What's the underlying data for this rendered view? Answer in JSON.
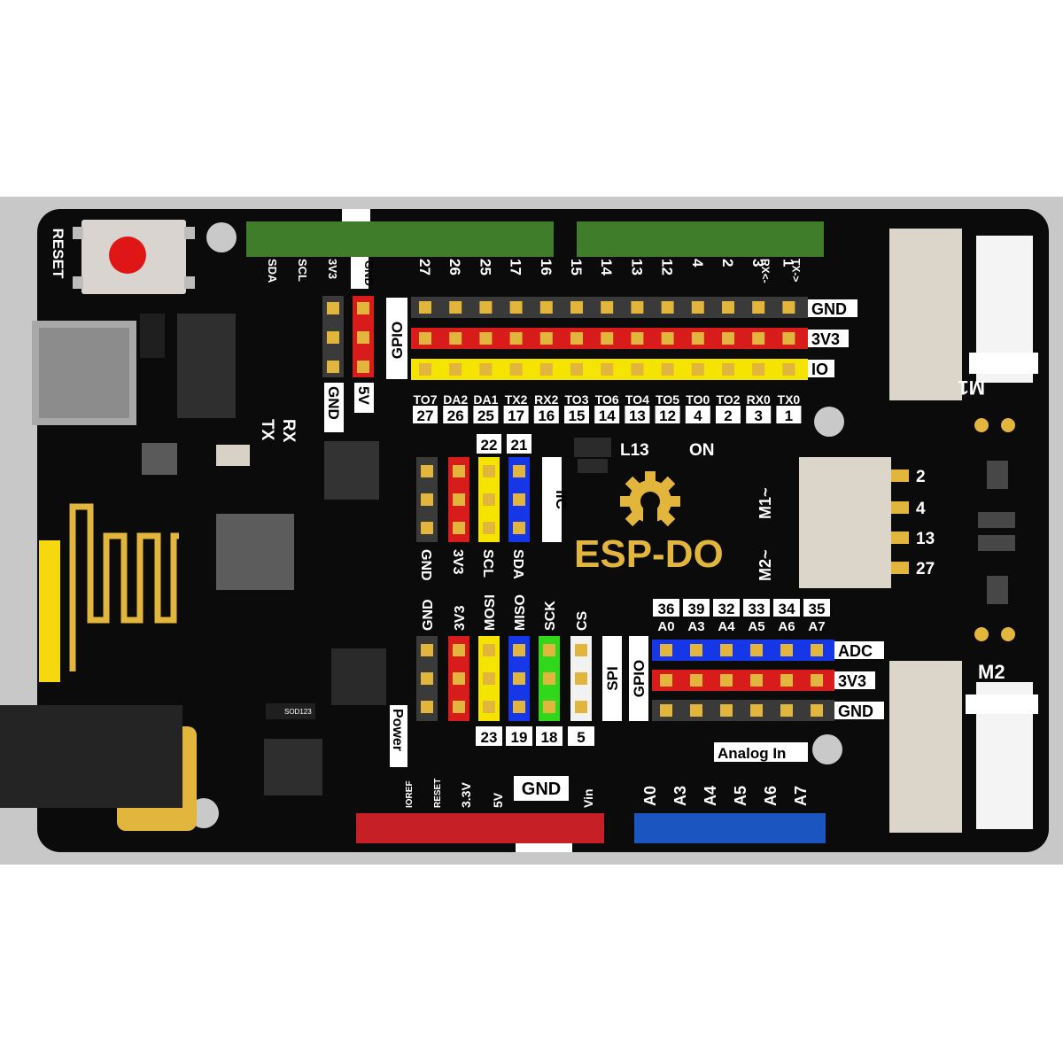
{
  "board": {
    "name": "ESP-DO",
    "reset_label": "RESET",
    "tx_label": "TX",
    "rx_label": "RX",
    "l13_label": "L13",
    "on_label": "ON",
    "m1_label": "M1",
    "m2_label": "M2",
    "diode_label": "SOD123",
    "colors": {
      "pcb": "#0c0b0b",
      "silk": "#ffffff",
      "gold": "#e2b53c",
      "header_green": "#3f7d2b",
      "header_red": "#c62026",
      "header_blue": "#1a55c0",
      "pin_gnd": "#3a3a3a",
      "pin_3v3": "#d81b1b",
      "pin_io": "#f5e300",
      "pin_blue": "#1637e8",
      "pin_green": "#2fd81b",
      "pin_white": "#f2f2f2"
    }
  },
  "top_header": {
    "left_labels": [
      "SDA",
      "SCL",
      "3V3",
      "GND"
    ],
    "right_labels": [
      "27",
      "26",
      "25",
      "17",
      "16",
      "15",
      "14",
      "13",
      "12",
      "4",
      "2",
      "3",
      "1"
    ],
    "rx_tx": [
      "RX<-",
      "TX->"
    ],
    "numbers_row": [
      "27",
      "26",
      "25",
      "17",
      "16",
      "15",
      "14",
      "13",
      "12",
      "4",
      "2",
      "3",
      "1"
    ],
    "functions_row": [
      "TO7",
      "DA2",
      "DA1",
      "TX2",
      "RX2",
      "TO3",
      "TO6",
      "TO4",
      "TO5",
      "TO0",
      "TO2",
      "RX0",
      "TX0"
    ]
  },
  "gpio_block": {
    "label": "GPIO",
    "rows": [
      "GND",
      "3V3",
      "IO"
    ],
    "side_gnd": "GND",
    "side_5v": "5V"
  },
  "iic_block": {
    "label": "IIC",
    "top_numbers": [
      "22",
      "21"
    ],
    "pin_labels": [
      "GND",
      "3V3",
      "SCL",
      "SDA"
    ]
  },
  "spi_block": {
    "label": "SPI",
    "pin_labels": [
      "GND",
      "3V3",
      "MOSI",
      "MISO",
      "SCK",
      "CS"
    ],
    "bottom_numbers": [
      "23",
      "19",
      "18",
      "5"
    ]
  },
  "motor_block": {
    "m1_tag": "M1~",
    "m2_tag": "M2~",
    "pins": [
      "2",
      "4",
      "13",
      "27"
    ]
  },
  "analog_block": {
    "numbers": [
      "36",
      "39",
      "32",
      "33",
      "34",
      "35"
    ],
    "names": [
      "A0",
      "A3",
      "A4",
      "A5",
      "A6",
      "A7"
    ],
    "gpio_label": "GPIO",
    "rows": [
      "ADC",
      "3V3",
      "GND"
    ]
  },
  "power_header": {
    "label": "Power",
    "pins": [
      "IOREF",
      "RESET",
      "3.3V",
      "5V",
      "GND",
      "Vin"
    ]
  },
  "analog_header": {
    "label": "Analog In",
    "pins": [
      "A0",
      "A3",
      "A4",
      "A5",
      "A6",
      "A7"
    ]
  }
}
